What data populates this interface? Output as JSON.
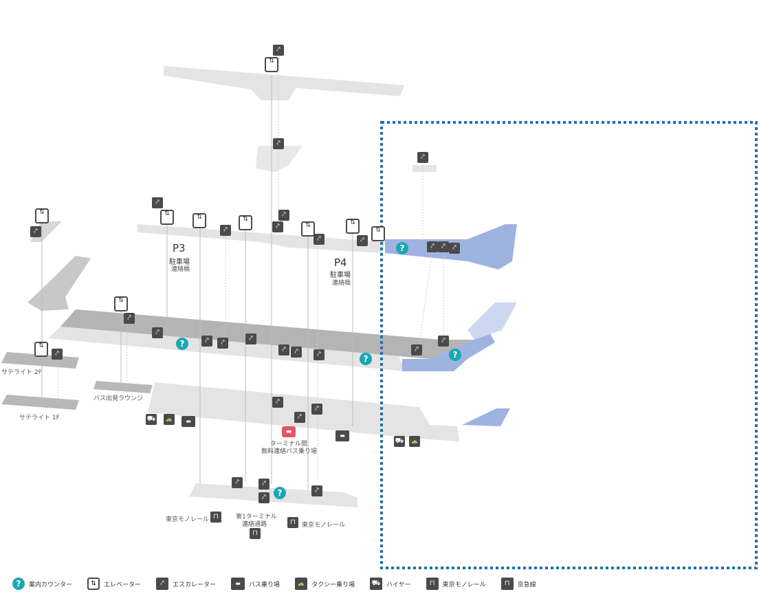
{
  "labels": {
    "p3": "P3",
    "p3_sub1": "駐車場",
    "p3_sub2": "連絡橋",
    "p4": "P4",
    "p4_sub1": "駐車場",
    "p4_sub2": "連絡橋",
    "satellite_2f": "サテライト 2F",
    "satellite_1f": "サテライト 1F",
    "bus_lounge": "バス出発ラウンジ",
    "terminal_bus_1": "ターミナル間",
    "terminal_bus_2": "無料連絡バス乗り場",
    "monorail_left": "東京モノレール",
    "monorail_right": "東京モノレール",
    "t1_link_1": "第1ターミナル",
    "t1_link_2": "連絡通路"
  },
  "legend": [
    {
      "icon": "info-icon",
      "label": "案内カウンター"
    },
    {
      "icon": "elevator-icon",
      "label": "エレベーター"
    },
    {
      "icon": "escalator-icon",
      "label": "エスカレーター"
    },
    {
      "icon": "bus-icon",
      "label": "バス乗り場"
    },
    {
      "icon": "taxi-icon",
      "label": "タクシー乗り場"
    },
    {
      "icon": "hire-car-icon",
      "label": "ハイヤー"
    },
    {
      "icon": "monorail-icon",
      "label": "東京モノレール"
    },
    {
      "icon": "keikyu-icon",
      "label": "京急線"
    }
  ],
  "colors": {
    "floor_light": "#e4e4e4",
    "floor_dark": "#b4b4b4",
    "highlight": "#9fb3e0",
    "highlight_light": "#cdd8f0",
    "frame": "#1f6fb5",
    "info": "#19a8b3",
    "icon_dark": "#4a4a4a",
    "bus_red": "#e0566f"
  }
}
